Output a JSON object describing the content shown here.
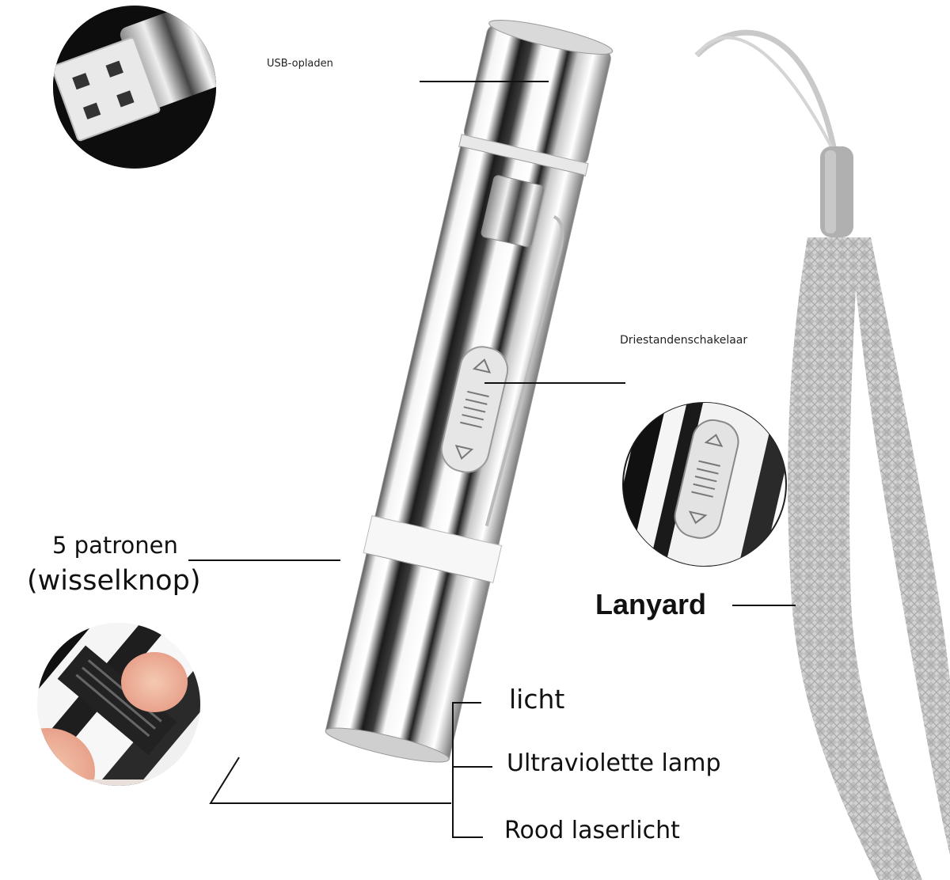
{
  "labels": {
    "usb": "USB-opladen",
    "switch": "Driestandenschakelaar",
    "patronen_line1": "5 patronen",
    "patronen_line2": "(wisselknop)",
    "lanyard": "Lanyard",
    "light": "licht",
    "uv": "Ultraviolette lamp",
    "laser": "Rood laserlicht"
  },
  "colors": {
    "metal_dark": "#1a1a1a",
    "metal_light": "#f2f2f2",
    "lanyard": "#b9b9b9",
    "line": "#111111"
  }
}
